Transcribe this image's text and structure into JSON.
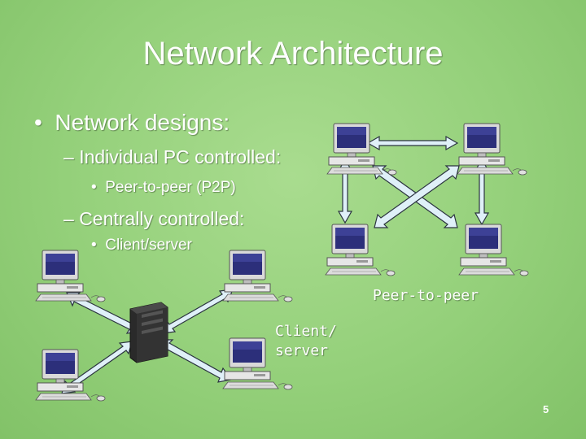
{
  "slide": {
    "title": "Network Architecture",
    "bullets": {
      "level1": "Network designs:",
      "level2_a": "Individual PC controlled:",
      "level3_a": "Peer-to-peer (P2P)",
      "level2_b": "Centrally controlled:",
      "level3_b": "Client/server"
    },
    "bullet_marks": {
      "l1": "•",
      "l2": "–",
      "l3": "•"
    },
    "labels": {
      "peer_to_peer": "Peer-to-peer",
      "client_server_line1": "Client/",
      "client_server_line2": "server"
    },
    "page_number": "5"
  },
  "icons": [
    "desktop-computer-icon",
    "server-tower-icon",
    "double-arrow-icon"
  ],
  "colors": {
    "background": "#94d07a",
    "text": "#ffffff",
    "arrow_fill": "#dff0f8",
    "arrow_stroke": "#2b3440",
    "monitor_screen": "#2c2f7a",
    "computer_body": "#e6e6e6"
  }
}
